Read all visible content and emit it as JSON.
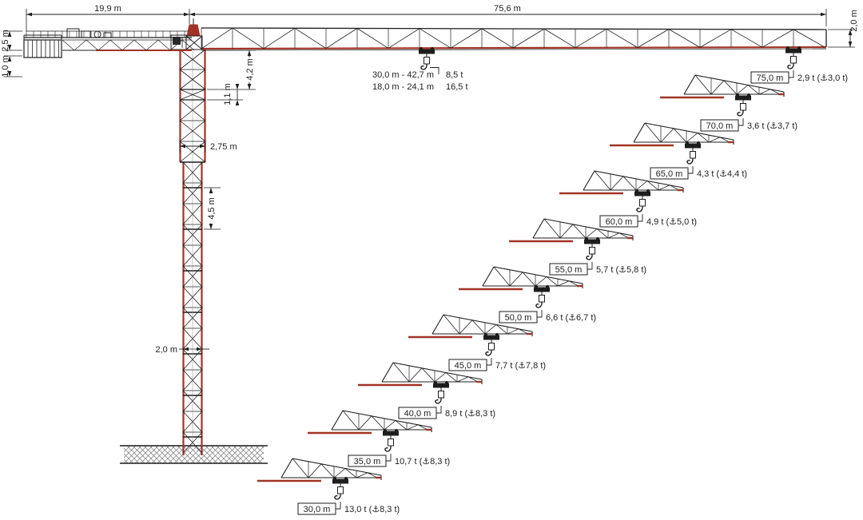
{
  "dimensions": {
    "counter_jib_length": "19,9 m",
    "jib_length": "75,6 m",
    "jib_tip_height": "2,0 m",
    "counter_jib_depth": "2,5 m",
    "counter_jib_underside": "1,0 m",
    "tower_head_height": "4,2 m",
    "collar_height": "1,1 m",
    "tower_top_width": "2,75 m",
    "tower_section_height": "4,5 m",
    "tower_width": "2,0 m"
  },
  "trolley_ranges": {
    "rows": [
      {
        "range": "30,0 m - 42,7 m",
        "capacity": "8,5 t"
      },
      {
        "range": "18,0 m - 24,1 m",
        "capacity": "16,5 t"
      }
    ]
  },
  "load_chart": [
    {
      "radius": "75,0 m",
      "capacity": "2,9 t (⚓3,0 t)"
    },
    {
      "radius": "70,0 m",
      "capacity": "3,6 t (⚓3,7 t)"
    },
    {
      "radius": "65,0 m",
      "capacity": "4,3 t (⚓4,4 t)"
    },
    {
      "radius": "60,0 m",
      "capacity": "4,9 t (⚓5,0 t)"
    },
    {
      "radius": "55,0 m",
      "capacity": "5,7 t (⚓5,8 t)"
    },
    {
      "radius": "50,0 m",
      "capacity": "6,6 t (⚓6,7 t)"
    },
    {
      "radius": "45,0 m",
      "capacity": "7,7 t (⚓7,8 t)"
    },
    {
      "radius": "40,0 m",
      "capacity": "8,9 t (⚓8,3 t)"
    },
    {
      "radius": "35,0 m",
      "capacity": "10,7 t (⚓8,3 t)"
    },
    {
      "radius": "30,0 m",
      "capacity": "13,0 t (⚓8,3 t)"
    }
  ],
  "colors": {
    "line": "#1d1d1d",
    "accent_red": "#a13426"
  }
}
